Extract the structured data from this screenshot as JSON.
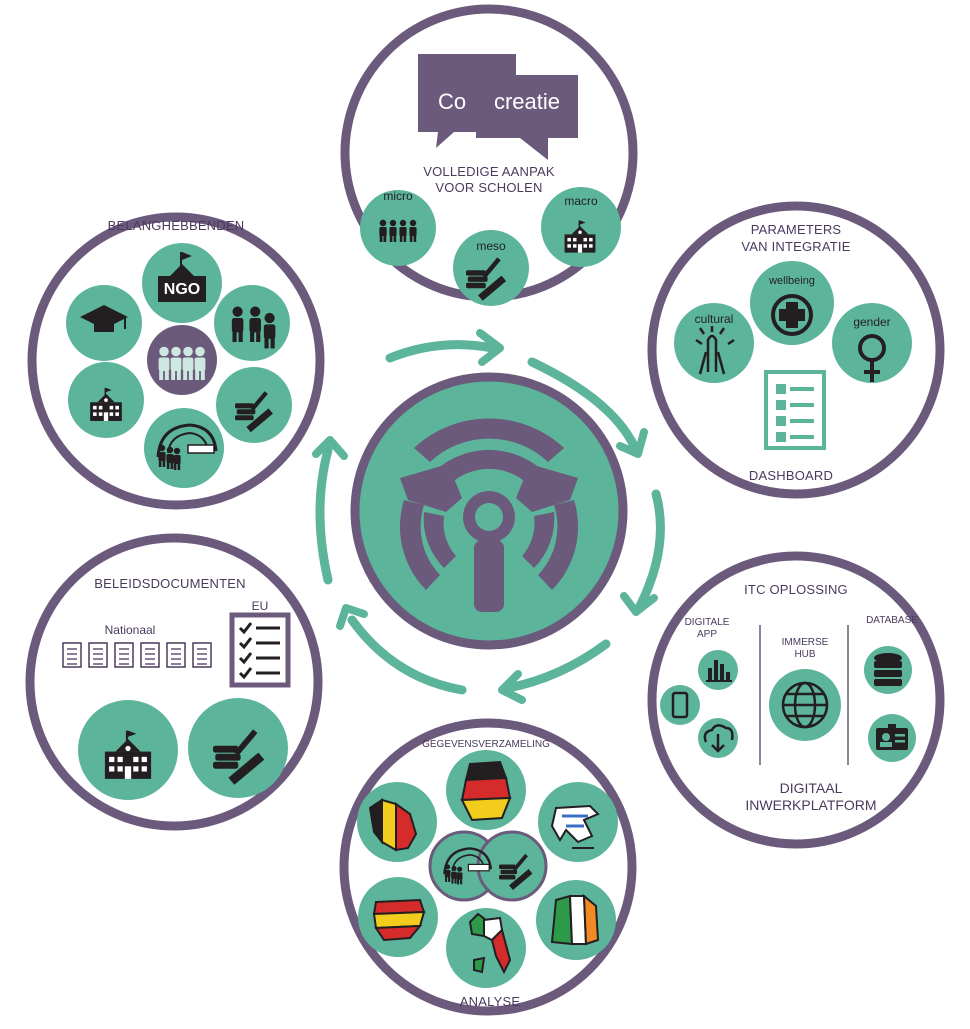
{
  "colors": {
    "purple": "#6b5a7b",
    "teal": "#5cb59b",
    "dark": "#231f20",
    "light_teal": "#cde9df"
  },
  "cocreatie": {
    "left": "Co",
    "right": "creatie"
  },
  "top": {
    "title_line1": "VOLLEDIGE AANPAK",
    "title_line2": "VOOR SCHOLEN",
    "micro": "micro",
    "meso": "meso",
    "macro": "macro"
  },
  "stakeholders": {
    "title": "BELANGHEBBENDEN",
    "ngo": "NGO"
  },
  "parameters": {
    "title_line1": "PARAMETERS",
    "title_line2": "VAN INTEGRATIE",
    "wellbeing": "wellbeing",
    "cultural": "cultural",
    "gender": "gender",
    "dashboard": "DASHBOARD"
  },
  "policy": {
    "title": "BELEIDSDOCUMENTEN",
    "nationaal": "Nationaal",
    "eu": "EU"
  },
  "itc": {
    "title": "ITC OPLOSSING",
    "app_line1": "DIGITALE",
    "app_line2": "APP",
    "hub_line1": "IMMERSE",
    "hub_line2": "HUB",
    "database": "DATABASE",
    "bottom_line1": "DIGITAAL",
    "bottom_line2": "INWERKPLATFORM"
  },
  "data": {
    "title": "GEGEVENSVERZAMELING",
    "analysis": "ANALYSE"
  }
}
